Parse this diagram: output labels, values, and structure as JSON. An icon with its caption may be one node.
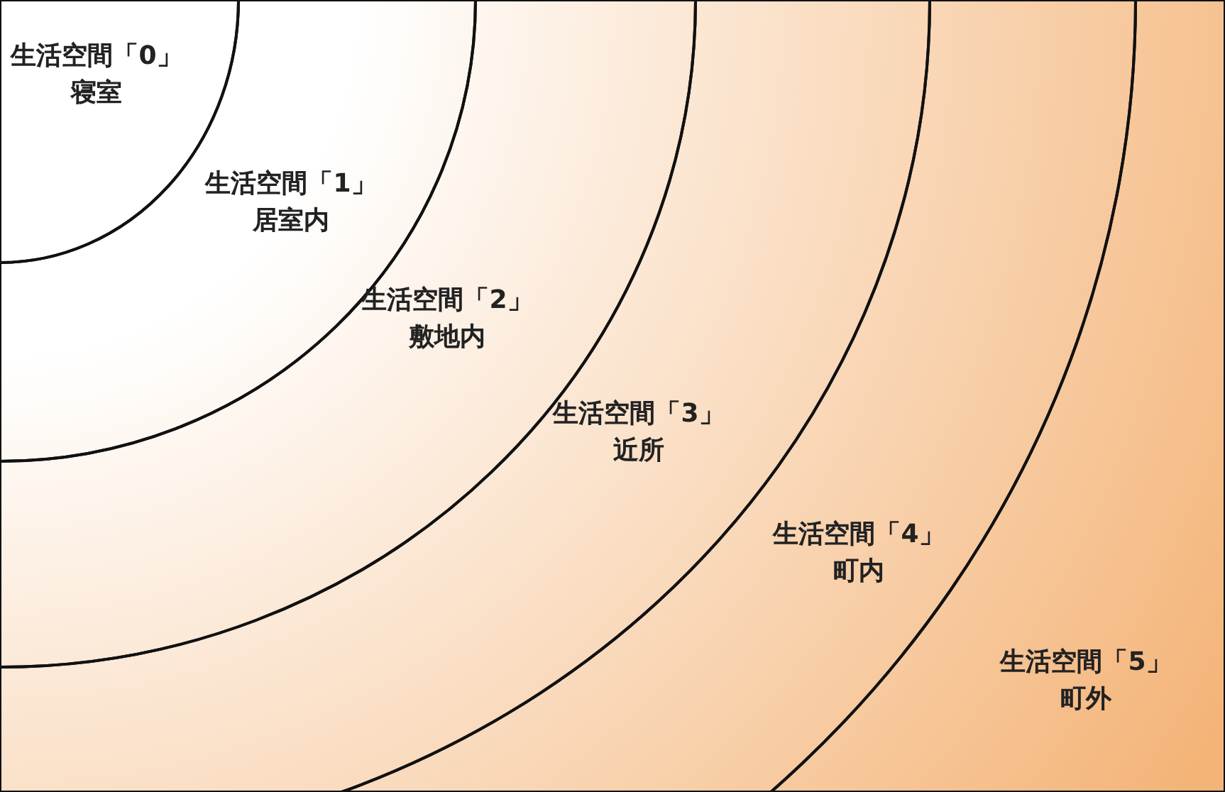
{
  "diagram": {
    "nodes": [
      {
        "text": [
          "生活空間「0」",
          "寝室"
        ]
      },
      {
        "text": [
          "生活空間「1」",
          "居室内"
        ]
      },
      {
        "text": [
          "生活空間「2」",
          "敷地内"
        ]
      },
      {
        "text": [
          "生活空間「3」",
          "近所"
        ]
      },
      {
        "text": [
          "生活空間「4」",
          "町内"
        ]
      },
      {
        "text": [
          "生活空間「5」",
          "町外"
        ]
      }
    ]
  }
}
